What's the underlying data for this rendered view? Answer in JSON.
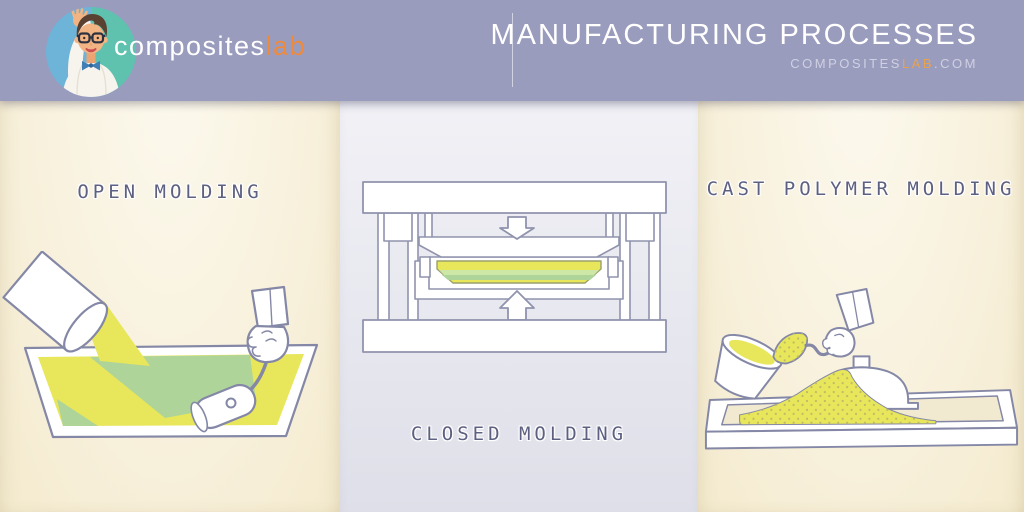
{
  "header": {
    "logo_text_primary": "composites",
    "logo_text_accent": "lab",
    "title": "MANUFACTURING PROCESSES",
    "website_primary": "COMPOSITES",
    "website_accent": "LAB",
    "website_suffix": ".COM"
  },
  "panels": {
    "open_molding": {
      "title": "OPEN MOLDING"
    },
    "closed_molding": {
      "title": "CLOSED MOLDING"
    },
    "cast_polymer": {
      "title": "CAST POLYMER MOLDING"
    }
  },
  "illustrations": {
    "open_molding": "bucket pouring resin into open mold tray with hand roller",
    "closed_molding": "compression press with upper and lower mold halves and laminate",
    "cast_polymer": "bowl and trowel pouring cast polymer mix over dome mold"
  },
  "colors": {
    "header_bg": "#9a9cbe",
    "accent_orange": "#ef8a3d",
    "panel_title_text": "#5d6080",
    "line_art": "#8488a6",
    "resin_yellow": "#e8e65a",
    "mold_green": "#aed49a",
    "laminate_pale_green": "#cde7a6",
    "cream_panel_bg": "#f7efd8",
    "lavender_panel_bg": "#e6e6ee"
  }
}
